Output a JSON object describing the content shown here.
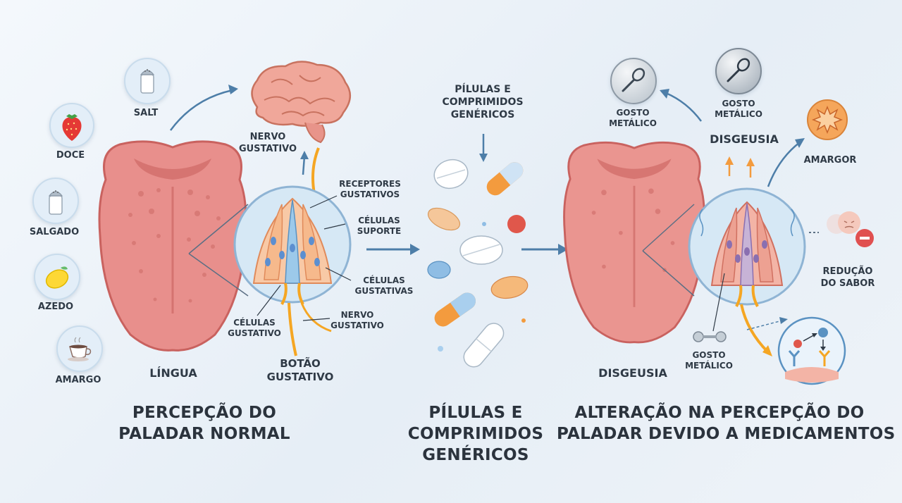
{
  "left": {
    "tastes": [
      {
        "label": "DOCE",
        "icon": "strawberry-icon"
      },
      {
        "label": "SALGADO",
        "icon": "salt-shaker-icon"
      },
      {
        "label": "AZEDO",
        "icon": "lemon-icon"
      },
      {
        "label": "AMARGO",
        "icon": "coffee-cup-icon"
      }
    ],
    "salt_label": "SALT",
    "nerve_label_line1": "NERVO",
    "nerve_label_line2": "GUSTATIVO",
    "receptores_line1": "RECEPTORES",
    "receptores_line2": "GUSTATIVOS",
    "suporte_line1": "CÉLULAS",
    "suporte_line2": "SUPORTE",
    "gustativas_line1": "CÉLULAS",
    "gustativas_line2": "GUSTATIVAS",
    "celulas_gust_line1": "CÉLULAS",
    "celulas_gust_line2": "GUSTATIVO",
    "nervo2_line1": "NERVO",
    "nervo2_line2": "GUSTATIVO",
    "tongue_label": "LÍNGUA",
    "bud_label_line1": "BOTÃO",
    "bud_label_line2": "GUSTATIVO",
    "title_line1": "PERCEPÇÃO DO",
    "title_line2": "PALADAR NORMAL"
  },
  "middle": {
    "top_line1": "PÍLULAS E",
    "top_line2": "COMPRIMIDOS",
    "top_line3": "GENÉRICOS",
    "title_line1": "PÍLULAS E",
    "title_line2": "COMPRIMIDOS",
    "title_line3": "GENÉRICOS"
  },
  "right": {
    "gosto1_line1": "GOSTO",
    "gosto1_line2": "METÁLICO",
    "gosto2_line1": "GOSTO",
    "gosto2_line2": "METÁLICO",
    "disgeusia_top": "DISGEUSIA",
    "amargor": "AMARGOR",
    "reducao_line1": "REDUÇÃO",
    "reducao_line2": "DO SABOR",
    "gosto3_line1": "GOSTO",
    "gosto3_line2": "METÁLICO",
    "disgeusia_bottom": "DISGEUSIA",
    "title_line1": "ALTERAÇÃO NA PERCEPÇÃO DO",
    "title_line2": "PALADAR DEVIDO A MEDICAMENTOS"
  },
  "colors": {
    "tongue": "#e88f8c",
    "tongue_dark": "#c9625f",
    "brain": "#f0a79a",
    "nerve": "#f5a623",
    "arrow": "#4d7ea8",
    "bud_circle": "#d6e8f5"
  }
}
